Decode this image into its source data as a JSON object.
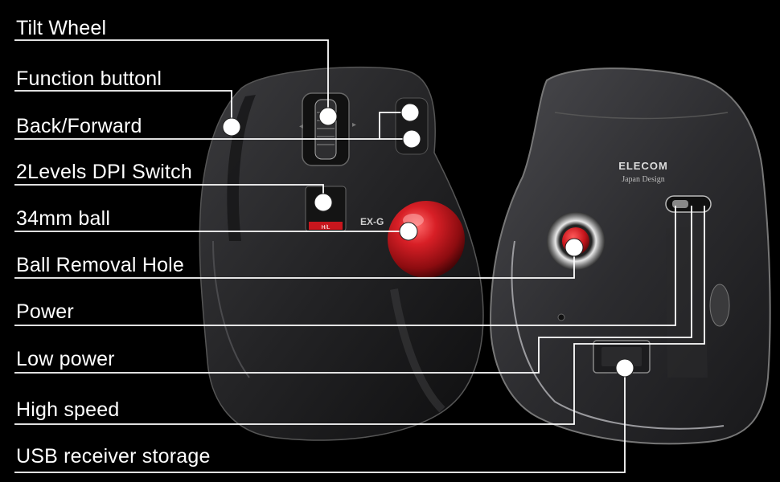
{
  "labels": {
    "tilt_wheel": "Tilt Wheel",
    "function_button": "Function buttonl",
    "back_forward": "Back/Forward",
    "dpi_switch": "2Levels DPI Switch",
    "ball": "34mm ball",
    "ball_removal_hole": "Ball Removal Hole",
    "power": "Power",
    "low_power": "Low power",
    "high_speed": "High speed",
    "usb_storage": "USB receiver storage"
  },
  "product_marks": {
    "model": "EX-G",
    "brand": "ELECOM",
    "tagline": "Japan Design",
    "dpi_mark": "H/L"
  },
  "colors": {
    "background": "#000000",
    "line": "#ffffff",
    "ball": "#c8161d",
    "body": "#2a2a2c"
  }
}
